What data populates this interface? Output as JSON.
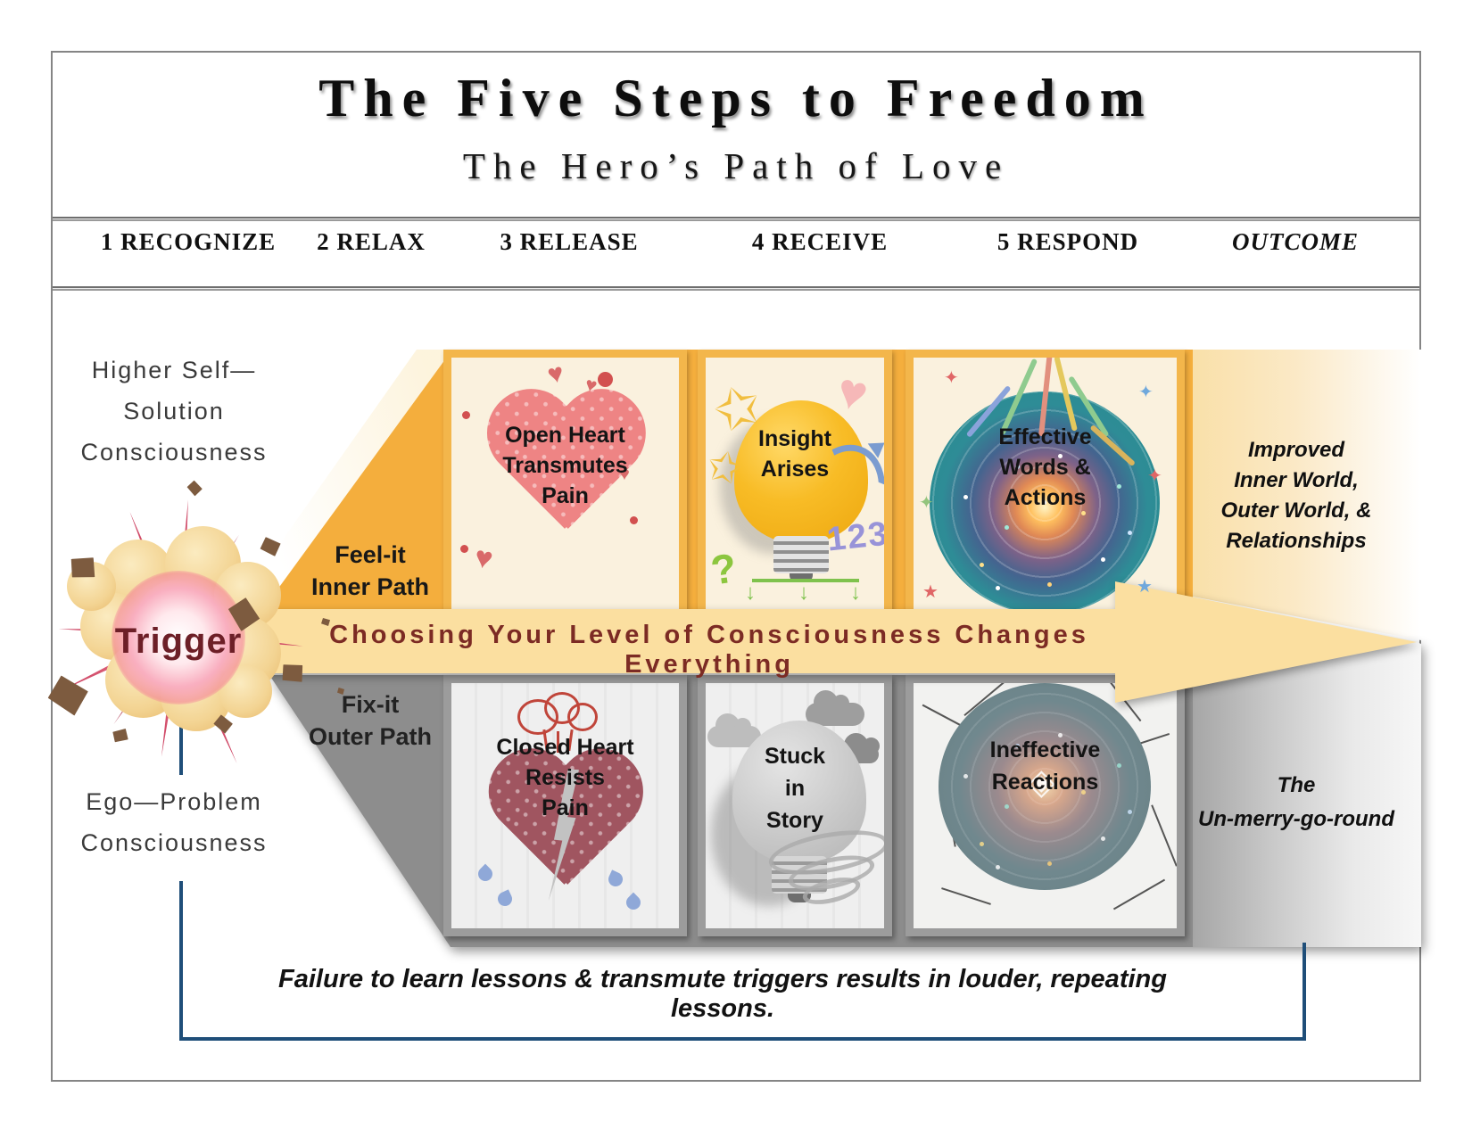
{
  "title": "The Five Steps to Freedom",
  "subtitle": "The Hero’s Path of Love",
  "steps": [
    "1 RECOGNIZE",
    "2 RELAX",
    "3 RELEASE",
    "4 RECEIVE",
    "5 RESPOND",
    "OUTCOME"
  ],
  "left_labels": {
    "higher_self": [
      "Higher Self—",
      "Solution",
      "Consciousness"
    ],
    "ego": [
      "Ego—Problem",
      "Consciousness"
    ],
    "trigger": "Trigger"
  },
  "paths": {
    "inner": [
      "Feel-it",
      "Inner Path"
    ],
    "outer": [
      "Fix-it",
      "Outer Path"
    ]
  },
  "arrow_text": "Choosing Your Level of Consciousness Changes Everything",
  "cards": {
    "top": [
      {
        "lines": [
          "Open Heart",
          "Transmutes",
          "Pain"
        ]
      },
      {
        "lines": [
          "Insight",
          "Arises"
        ],
        "doodle_numbers": "123",
        "doodle_question": "?"
      },
      {
        "lines": [
          "Effective",
          "Words &",
          "Actions"
        ]
      }
    ],
    "bottom": [
      {
        "lines": [
          "Closed Heart",
          "Resists",
          "Pain"
        ]
      },
      {
        "lines": [
          "Stuck",
          "in",
          "Story"
        ]
      },
      {
        "lines": [
          "Ineffective",
          "Reactions"
        ]
      }
    ]
  },
  "outcomes": {
    "top": [
      "Improved",
      "Inner World,",
      "Outer World, &",
      "Relationships"
    ],
    "bottom": [
      "The",
      "Un-merry-go-round"
    ]
  },
  "footer": "Failure to learn lessons & transmute triggers results in louder, repeating lessons.",
  "icons": {
    "star_outline": "✩",
    "star_filled": "★",
    "sparkle": "✦",
    "heart": "♥",
    "diamond": "◈"
  },
  "colors": {
    "amber": "#F4AE3D",
    "band": "#FBDFA0",
    "maroon_text": "#7C2B24",
    "gray_path": "#8D8D8D",
    "blue_line": "#1F4E79"
  }
}
